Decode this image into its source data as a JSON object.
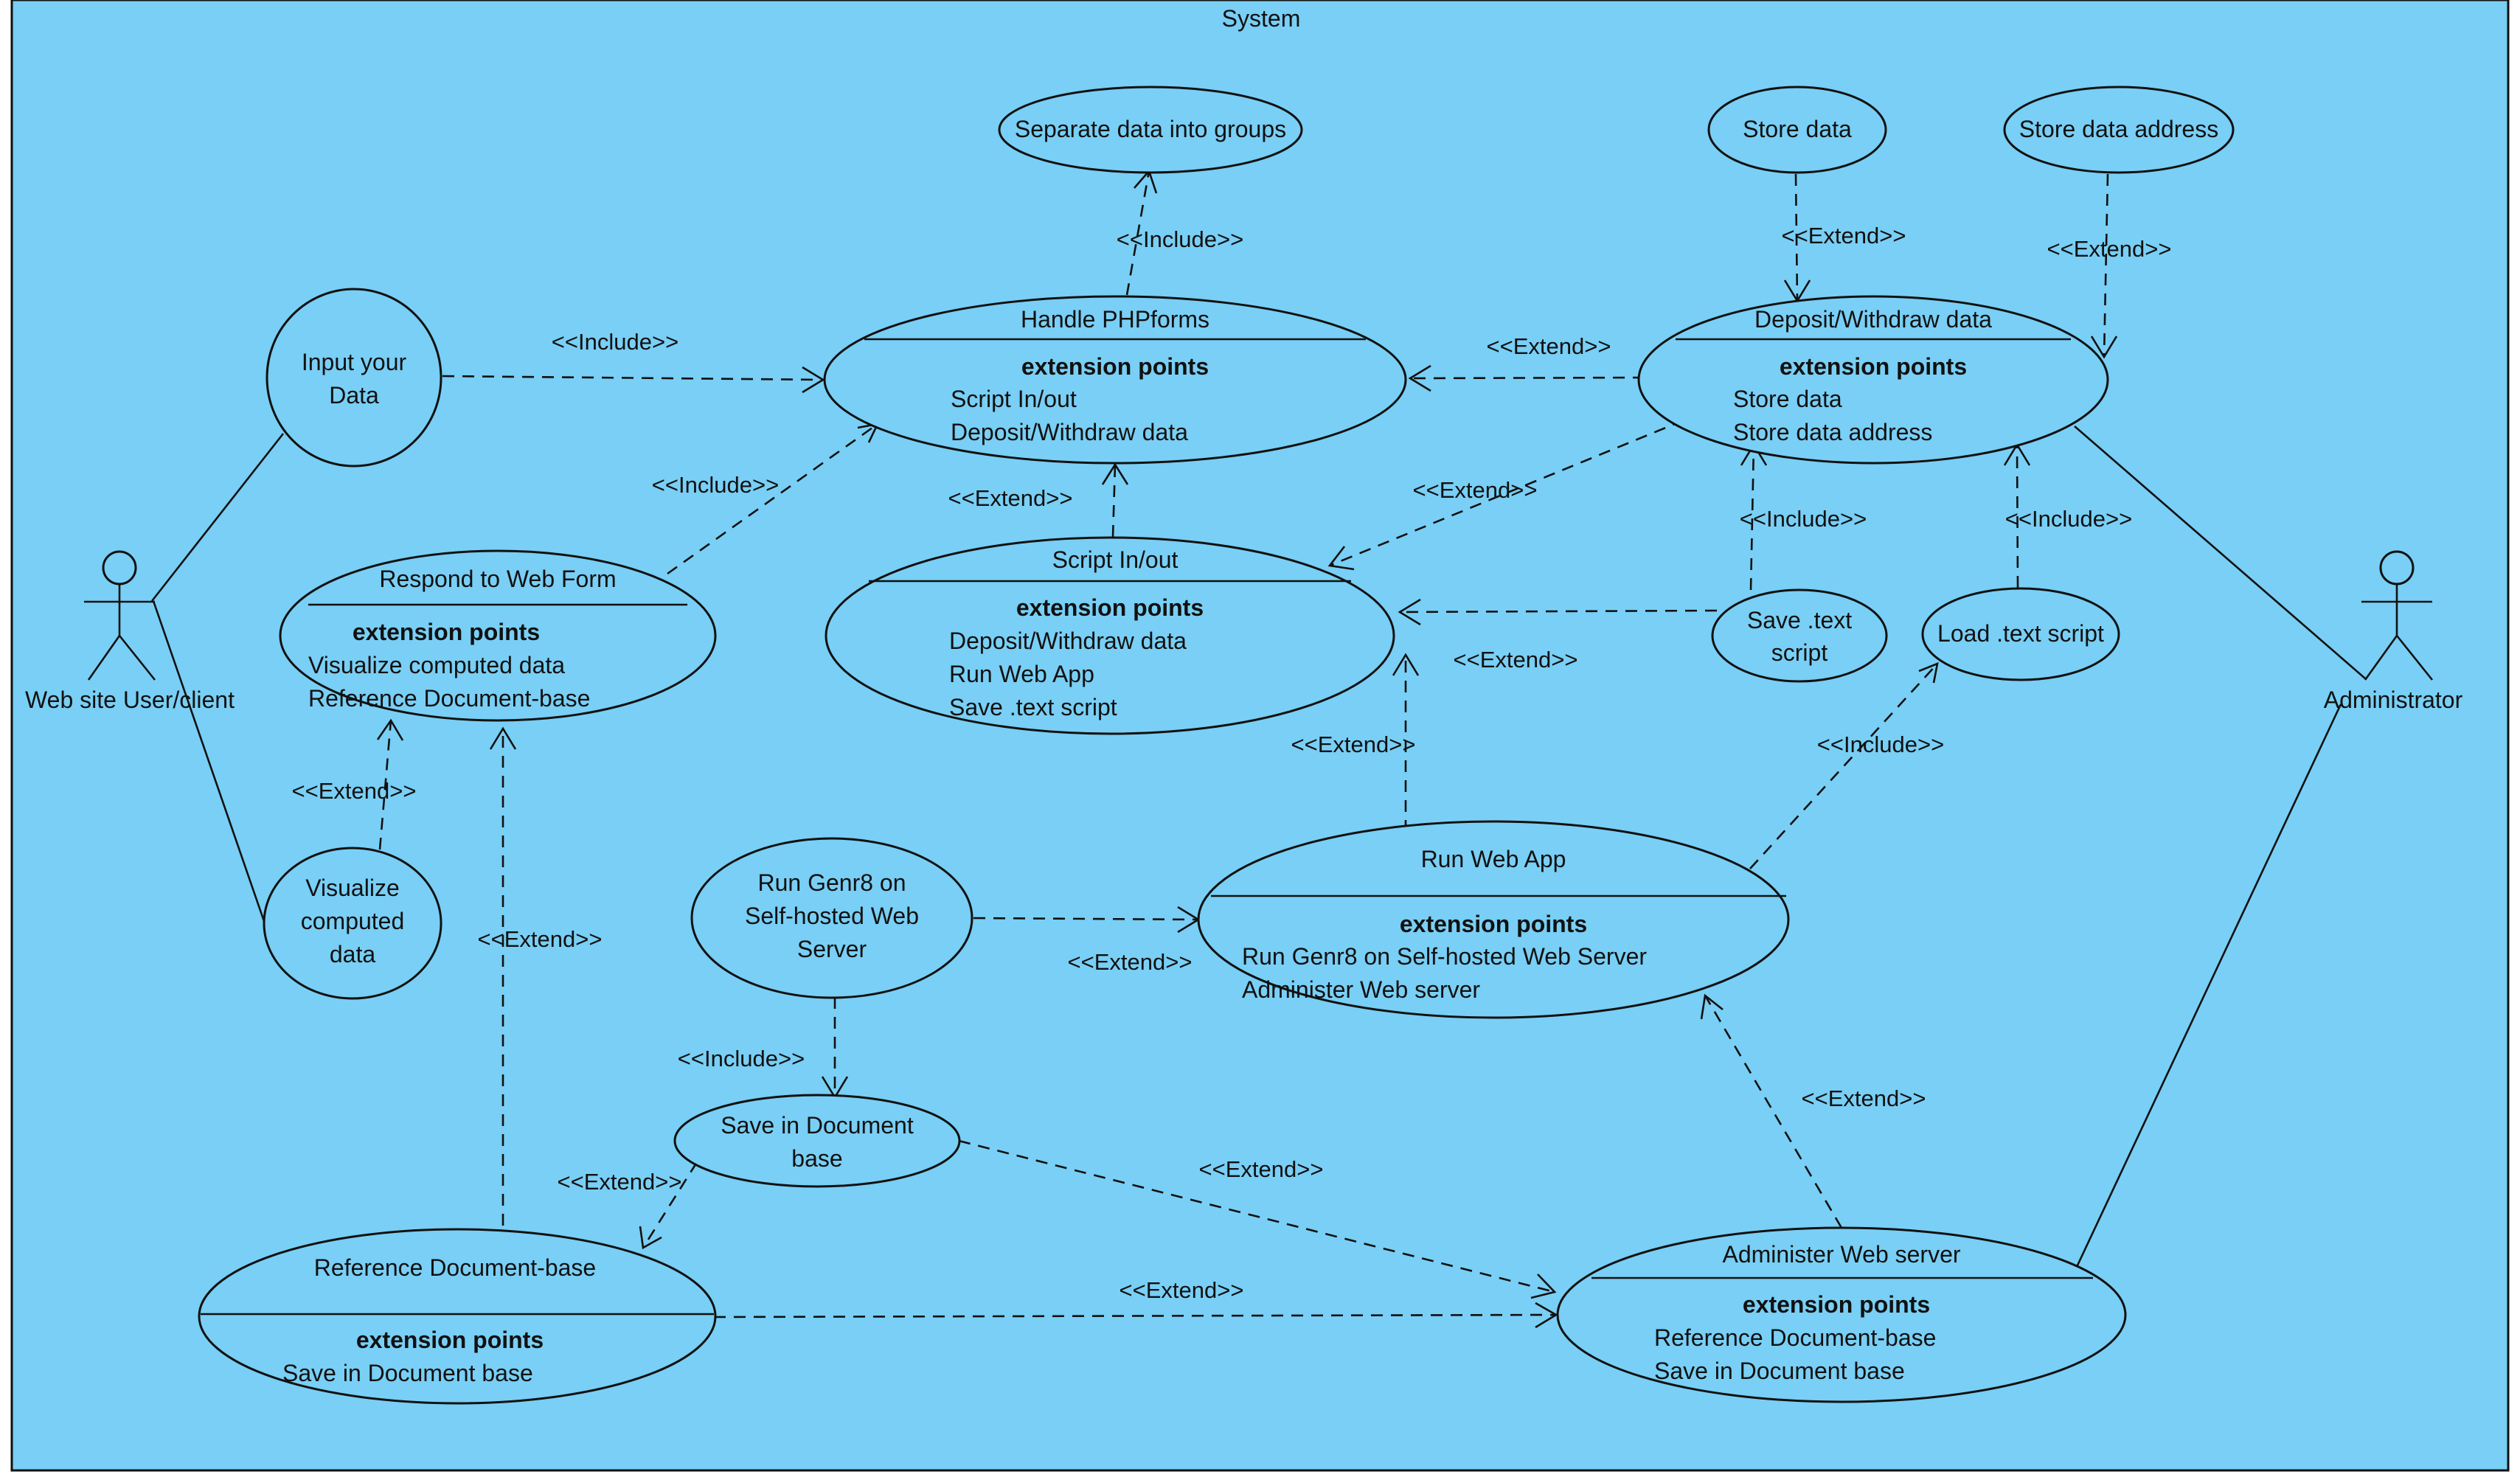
{
  "system": {
    "title": "System",
    "bg": "#79cff5"
  },
  "actors": {
    "user": "Web site User/client",
    "admin": "Administrator"
  },
  "use_cases": {
    "separate": "Separate data into groups",
    "store_data": "Store data",
    "store_addr": "Store data address",
    "input": [
      "Input your",
      "Data"
    ],
    "visualize": [
      "Visualize",
      "computed",
      "data"
    ],
    "save_text": [
      "Save .text",
      "script"
    ],
    "load_text": "Load .text script",
    "run_genr8": [
      "Run Genr8 on",
      "Self-hosted  Web",
      "Server"
    ],
    "save_doc": [
      "Save  in Document",
      "base"
    ]
  },
  "extension_title": "extension points",
  "extended_cases": {
    "handle_php": {
      "name": "Handle PHPforms",
      "points": [
        "Script In/out",
        "Deposit/Withdraw data"
      ]
    },
    "deposit": {
      "name": "Deposit/Withdraw data",
      "points": [
        "Store data",
        "Store data address"
      ]
    },
    "respond": {
      "name": "Respond to Web Form",
      "points": [
        "Visualize computed data",
        "Reference Document-base"
      ]
    },
    "script_io": {
      "name": "Script In/out",
      "points": [
        "Deposit/Withdraw data",
        "Run Web App",
        "Save .text script"
      ]
    },
    "run_web": {
      "name": "Run Web App",
      "points": [
        "Run Genr8 on Self-hosted  Web Server",
        "Administer Web server"
      ]
    },
    "ref_doc": {
      "name": "Reference Document-base",
      "points": [
        "Save  in Document base"
      ]
    },
    "admin_web": {
      "name": "Administer Web server",
      "points": [
        "Reference Document-base",
        "Save  in Document base"
      ]
    }
  },
  "relations": {
    "include": "<<Include>>",
    "extend": "<<Extend>>"
  }
}
